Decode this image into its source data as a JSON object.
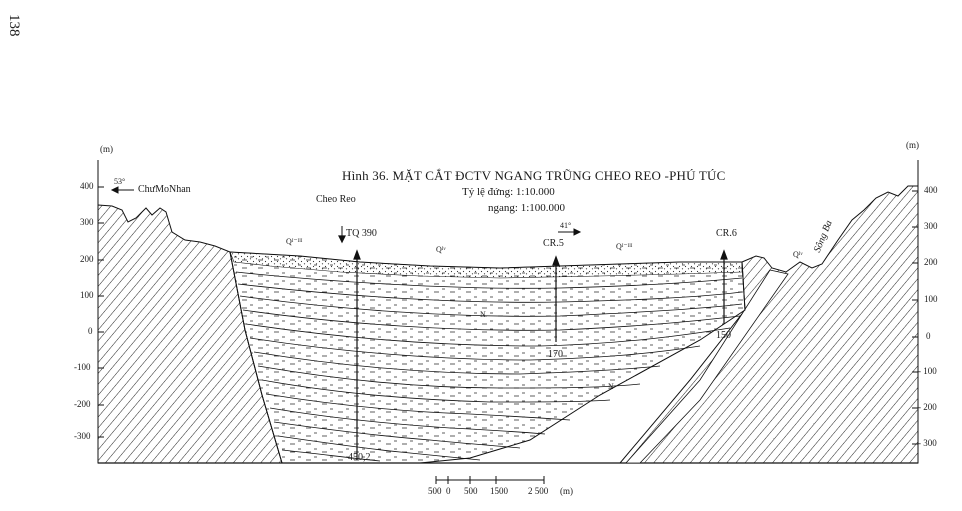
{
  "page_number": "138",
  "figure": {
    "title": "Hình 36. MẶT CẮT ĐCTV NGANG TRŨNG CHEO REO -PHÚ TÚC",
    "scale_vertical": "Tỷ lệ đứng: 1:10.000",
    "scale_horizontal": "ngang: 1:100.000"
  },
  "axes": {
    "left_unit": "(m)",
    "right_unit": "(m)",
    "left_ticks": [
      "400",
      "300",
      "200",
      "100",
      "0",
      "-100",
      "-200",
      "-300"
    ],
    "right_ticks": [
      "400",
      "300",
      "200",
      "100",
      "0",
      "- 100",
      "- 200",
      "- 300"
    ]
  },
  "labels": {
    "dip_left": "53°",
    "dip_mid": "41°",
    "mountain": "ChưMoNhan",
    "place": "Cheo Reo",
    "well_1": "TQ 390",
    "well_2": "CR.5",
    "well_3": "CR.6",
    "depth_1": "450,2",
    "depth_2": "170",
    "depth_3": "150",
    "q_1": "Qᴵ⁻ᴵᴵᴵ",
    "q_2": "Qᴵᵛ",
    "q_3": "Qᴵ⁻ᴵᴵᴵ",
    "q_4": "Qᴵᵛ",
    "n_1": "N",
    "n_2": "N",
    "river": "Sông Ba"
  },
  "scale_bar": {
    "ticks": [
      "500",
      "0",
      "500",
      "1500",
      "2 500"
    ],
    "unit": "(m)"
  }
}
